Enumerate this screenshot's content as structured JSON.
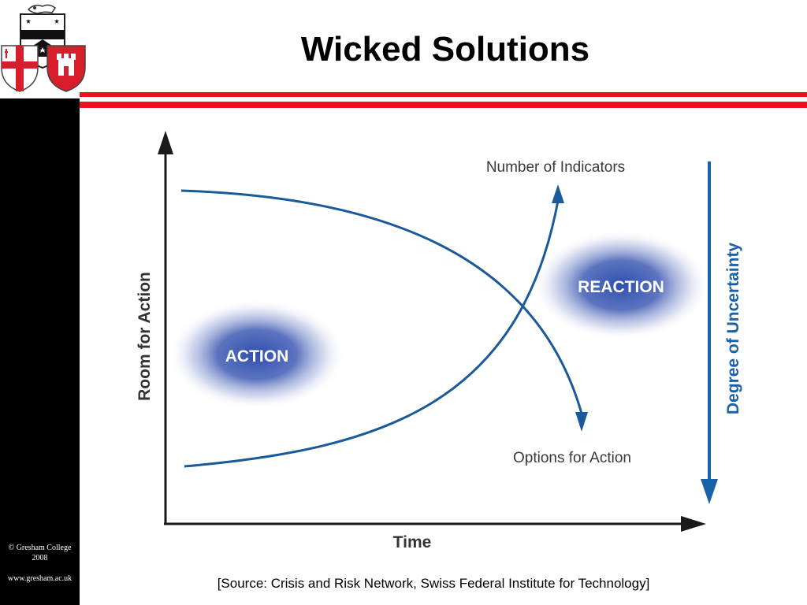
{
  "slide": {
    "title": "Wicked Solutions",
    "source": "[Source: Crisis and Risk Network, Swiss Federal Institute for Technology]"
  },
  "footer": {
    "copyright": "© Gresham College",
    "year": "2008",
    "website": "www.gresham.ac.uk"
  },
  "diagram": {
    "x_axis_label": "Time",
    "y_axis_label": "Room for Action",
    "right_axis_label": "Degree of Uncertainty",
    "curve_rising_label": "Number of Indicators",
    "curve_falling_label": "Options for Action",
    "zone_left_label": "ACTION",
    "zone_right_label": "REACTION"
  },
  "colors": {
    "accent_red": "#e8141b",
    "curve_blue": "#1a5a9a",
    "uncertainty_blue": "#1a62a8",
    "zone_blue": "#2f4fae",
    "axis": "#1a1a1a"
  }
}
